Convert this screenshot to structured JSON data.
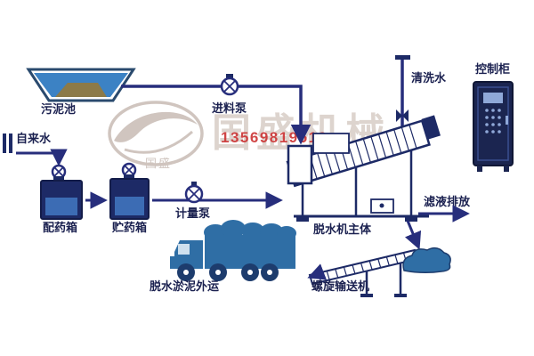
{
  "labels": {
    "sludge_pool": "污泥池",
    "tap_water": "自来水",
    "feed_pump": "进料泵",
    "dosing_box": "配药箱",
    "storage_box": "贮药箱",
    "metering_pump": "计量泵",
    "cleaning_water": "清洗水",
    "control_cabinet": "控制柜",
    "dewatering_machine": "脱水机主体",
    "filtrate_discharge": "滤液排放",
    "sludge_transport": "脱水淤泥外运",
    "screw_conveyor": "螺旋输送机"
  },
  "watermark": {
    "brand": "国盛机械",
    "brand_small": "国盛",
    "phone": "13569819513"
  },
  "colors": {
    "pipe": "#272e7c",
    "equipment_outline": "#1d2a66",
    "steel_blue": "#2f6ea5",
    "water": "#3c82c4",
    "sediment": "#8c7a48",
    "label_text": "#1b2150",
    "watermark_gray": "#d0c5bf",
    "watermark_red": "#cc3333"
  }
}
